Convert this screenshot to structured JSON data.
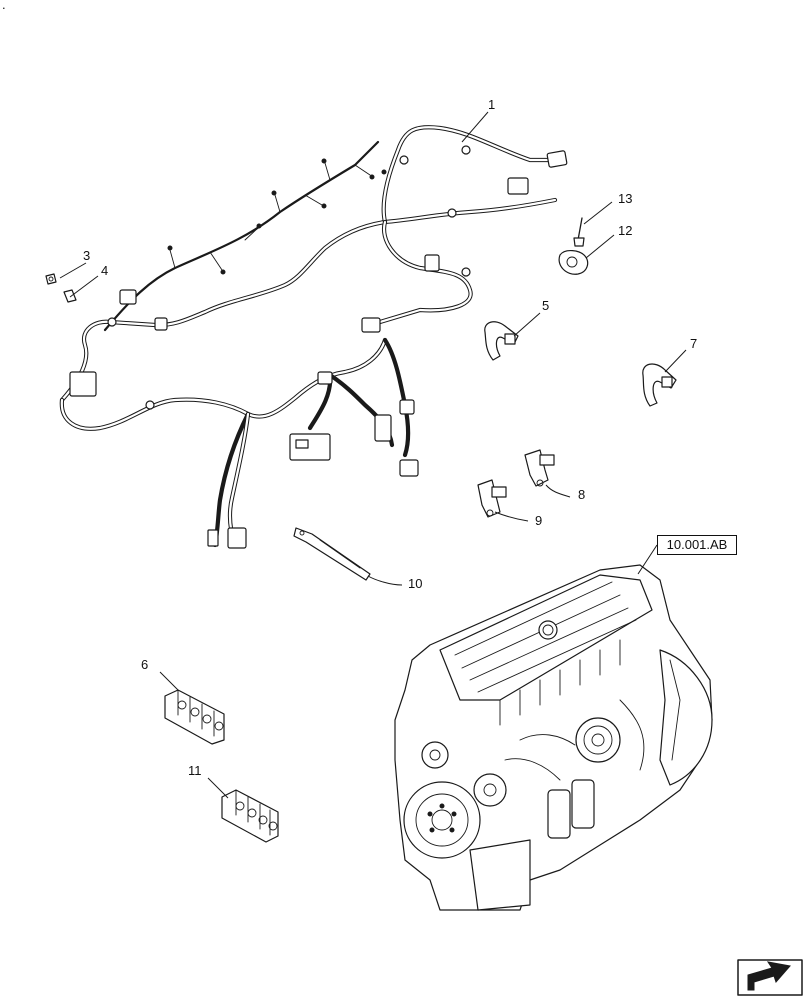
{
  "callouts": [
    {
      "id": "c1",
      "label": "1"
    },
    {
      "id": "c2",
      "label": "3"
    },
    {
      "id": "c3",
      "label": "4"
    },
    {
      "id": "c4",
      "label": "5"
    },
    {
      "id": "c5",
      "label": "6"
    },
    {
      "id": "c6",
      "label": "7"
    },
    {
      "id": "c7",
      "label": "8"
    },
    {
      "id": "c8",
      "label": "9"
    },
    {
      "id": "c9",
      "label": "10"
    },
    {
      "id": "c10",
      "label": "11"
    },
    {
      "id": "c11",
      "label": "12"
    },
    {
      "id": "c12",
      "label": "13"
    }
  ],
  "reference": {
    "label": "10.001.AB"
  },
  "corner_mark": "."
}
